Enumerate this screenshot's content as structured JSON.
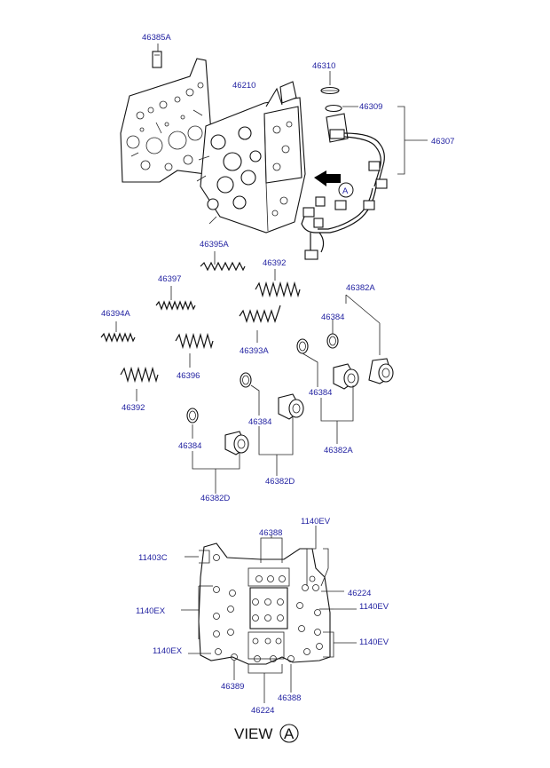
{
  "labels": {
    "l_46385A": "46385A",
    "l_46210": "46210",
    "l_46310": "46310",
    "l_46309": "46309",
    "l_46307": "46307",
    "l_46395A": "46395A",
    "l_46392_top": "46392",
    "l_46397": "46397",
    "l_46382A_top": "46382A",
    "l_46394A": "46394A",
    "l_46384_r1": "46384",
    "l_46393A": "46393A",
    "l_46396": "46396",
    "l_46384_r2": "46384",
    "l_46392_bot": "46392",
    "l_46384_mid": "46384",
    "l_46382A_bot": "46382A",
    "l_46384_left": "46384",
    "l_46382D_mid": "46382D",
    "l_46382D_left": "46382D",
    "l_1140EV_top": "1140EV",
    "l_46388_top": "46388",
    "l_11403C": "11403C",
    "l_46224_r": "46224",
    "l_1140EX_1": "1140EX",
    "l_1140EV_mid": "1140EV",
    "l_1140EV_bot": "1140EV",
    "l_1140EX_2": "1140EX",
    "l_46389": "46389",
    "l_46388_bot": "46388",
    "l_46224_bot": "46224",
    "callout_A": "A",
    "view_text": "VIEW",
    "view_circle": "A"
  }
}
